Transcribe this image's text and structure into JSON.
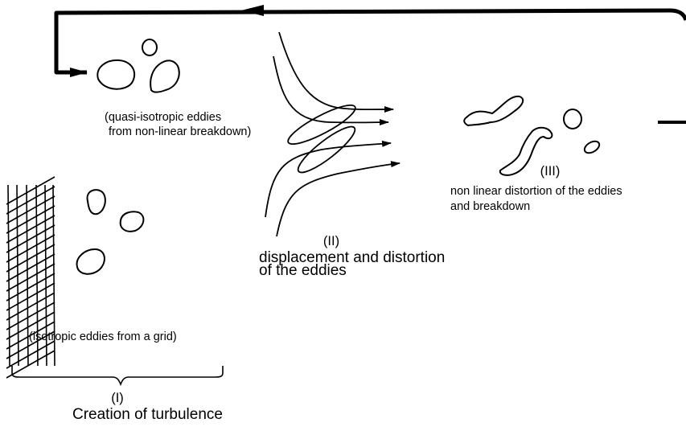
{
  "labels": {
    "quasi_line1": "(quasi-isotropic eddies",
    "quasi_line2": "from non-linear breakdown)",
    "iii_roman": "(III)",
    "iii_line1": "non linear distortion of the eddies",
    "iii_line2": "and breakdown",
    "ii_roman": "(II)",
    "ii_line1": "displacement and distortion",
    "ii_line2": "of the eddies",
    "grid_label": "(isotropic eddies from a grid)",
    "i_roman": "(I)",
    "i_label": "Creation of turbulence"
  },
  "colors": {
    "ink": "#000000",
    "paper": "#ffffff"
  }
}
